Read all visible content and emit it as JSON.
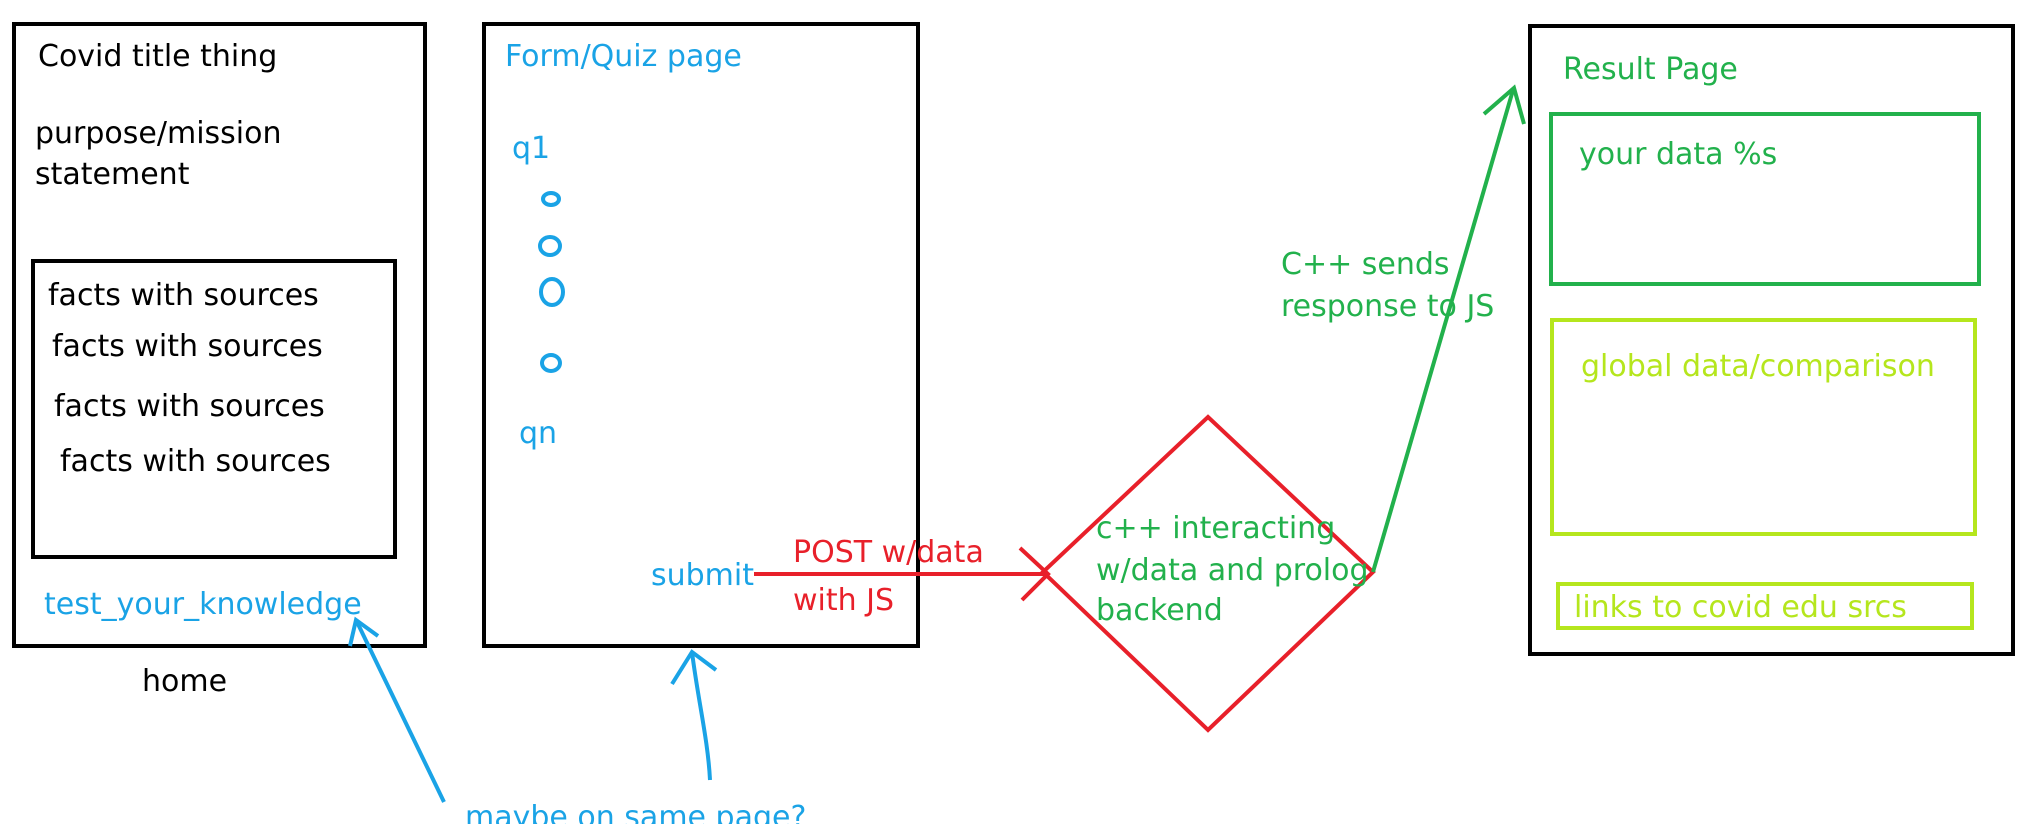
{
  "colors": {
    "black": "#000000",
    "blue": "#1aa3e6",
    "red": "#e8202a",
    "green": "#22b14c",
    "lime": "#b5e61d"
  },
  "home": {
    "title": "Covid title thing",
    "purpose_line1": "purpose/mission",
    "purpose_line2": "statement",
    "facts": [
      "facts with sources",
      "facts with sources",
      "facts with sources",
      "facts with sources"
    ],
    "link": "test_your_knowledge",
    "caption": "home"
  },
  "quiz": {
    "title": "Form/Quiz page",
    "first_question": "q1",
    "last_question": "qn",
    "submit": "submit"
  },
  "post": {
    "line1": "POST w/data",
    "line2": "with JS"
  },
  "backend": {
    "line1": "c++ interacting",
    "line2": "w/data and prolog",
    "line3": "backend"
  },
  "response": {
    "line1": "C++ sends",
    "line2": "response to JS"
  },
  "result": {
    "title": "Result Page",
    "your_data": "your data %s",
    "global": "global data/comparison",
    "links": "links to covid edu srcs"
  },
  "note": "maybe on same page?"
}
